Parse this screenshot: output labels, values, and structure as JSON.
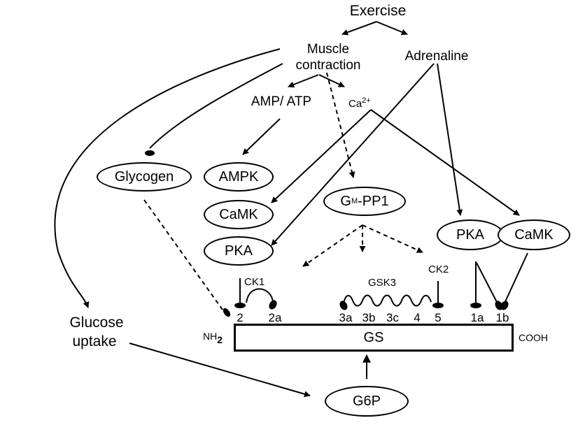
{
  "top": {
    "exercise": "Exercise",
    "muscle_contraction_line1": "Muscle",
    "muscle_contraction_line2": "contraction",
    "adrenaline": "Adrenaline"
  },
  "mid": {
    "amp_atp": "AMP/ ATP",
    "ca_base": "Ca",
    "ca_sup": "2+",
    "glucose_uptake_line1": "Glucose",
    "glucose_uptake_line2": "uptake"
  },
  "nodes": {
    "glycogen": "Glycogen",
    "ampk": "AMPK",
    "camk_left": "CaMK",
    "pka_left": "PKA",
    "gmpp1_base": "G",
    "gmpp1_sub": "M",
    "gmpp1_rest": "-PP1",
    "pka_right": "PKA",
    "camk_right": "CaMK",
    "g6p": "G6P"
  },
  "kinases": {
    "ck1": "CK1",
    "gsk3": "GSK3",
    "ck2": "CK2"
  },
  "gs": {
    "label": "GS",
    "nh2_base": "NH",
    "nh2_sub": "2",
    "cooh": "COOH"
  },
  "sites": [
    "2",
    "2a",
    "3a",
    "3b",
    "3c",
    "4",
    "5",
    "1a",
    "1b"
  ]
}
